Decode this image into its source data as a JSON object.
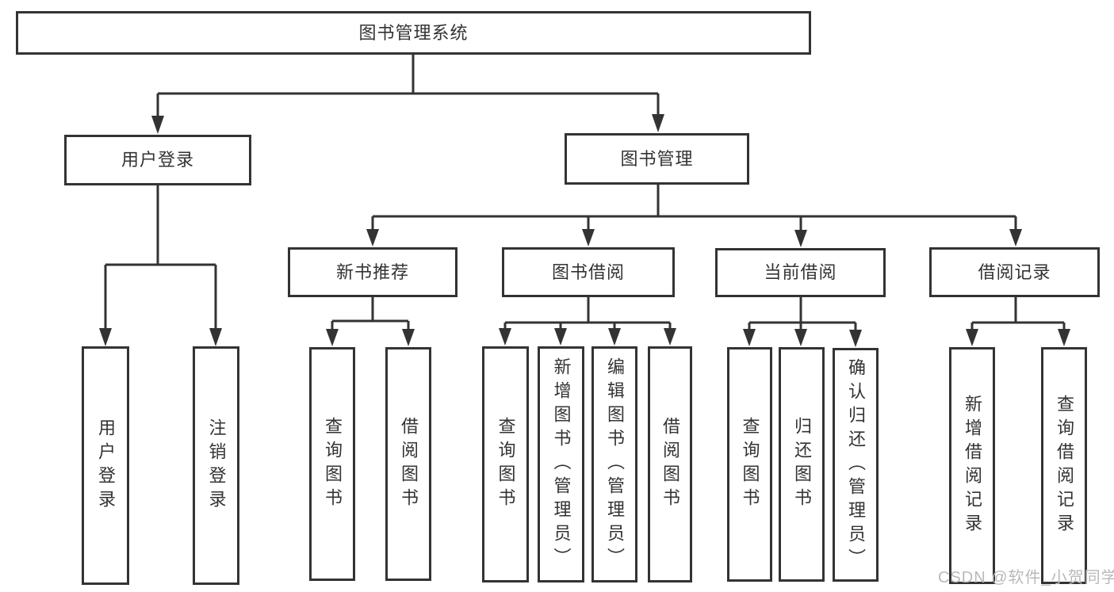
{
  "diagram": {
    "type": "hierarchy-tree",
    "tree": {
      "root": {
        "label": "图书管理系统"
      },
      "branches": [
        {
          "label": "用户登录",
          "children": [
            {
              "label": "用户登录"
            },
            {
              "label": "注销登录"
            }
          ]
        },
        {
          "label": "图书管理",
          "sections": [
            {
              "label": "新书推荐",
              "children": [
                {
                  "label": "查询图书"
                },
                {
                  "label": "借阅图书"
                }
              ]
            },
            {
              "label": "图书借阅",
              "children": [
                {
                  "label": "查询图书"
                },
                {
                  "label": "新增图书（管理员）"
                },
                {
                  "label": "编辑图书（管理员）"
                },
                {
                  "label": "借阅图书"
                }
              ]
            },
            {
              "label": "当前借阅",
              "children": [
                {
                  "label": "查询图书"
                },
                {
                  "label": "归还图书"
                },
                {
                  "label": "确认归还（管理员）"
                }
              ]
            },
            {
              "label": "借阅记录",
              "children": [
                {
                  "label": "新增借阅记录"
                },
                {
                  "label": "查询借阅记录"
                }
              ]
            }
          ]
        }
      ]
    },
    "colors": {
      "line": "#333333",
      "text": "#333333",
      "box_background": "#ffffff",
      "watermark": "#b9b9b9"
    }
  },
  "watermark": {
    "text": "CSDN @软件_小贺同学"
  }
}
